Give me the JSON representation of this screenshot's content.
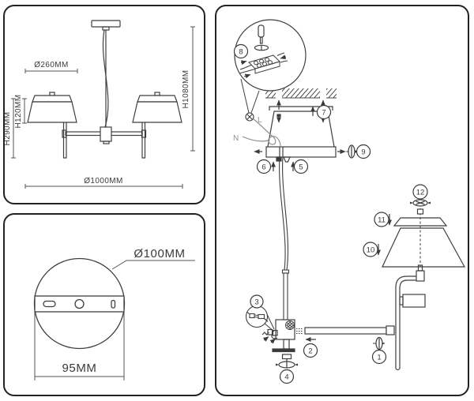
{
  "dimension_panel": {
    "shade_diameter": "Ø260MM",
    "lamp_height": "H290MM",
    "shade_height": "H120MM",
    "overall_height": "H1080MM",
    "overall_width": "Ø1000MM"
  },
  "plate_panel": {
    "plate_diameter": "Ø100MM",
    "mount_spacing": "95MM"
  },
  "assembly_panel": {
    "wire_live": "L",
    "wire_neutral": "N",
    "steps": [
      "1",
      "2",
      "3",
      "4",
      "5",
      "6",
      "7",
      "8",
      "9",
      "10",
      "11",
      "12"
    ]
  }
}
